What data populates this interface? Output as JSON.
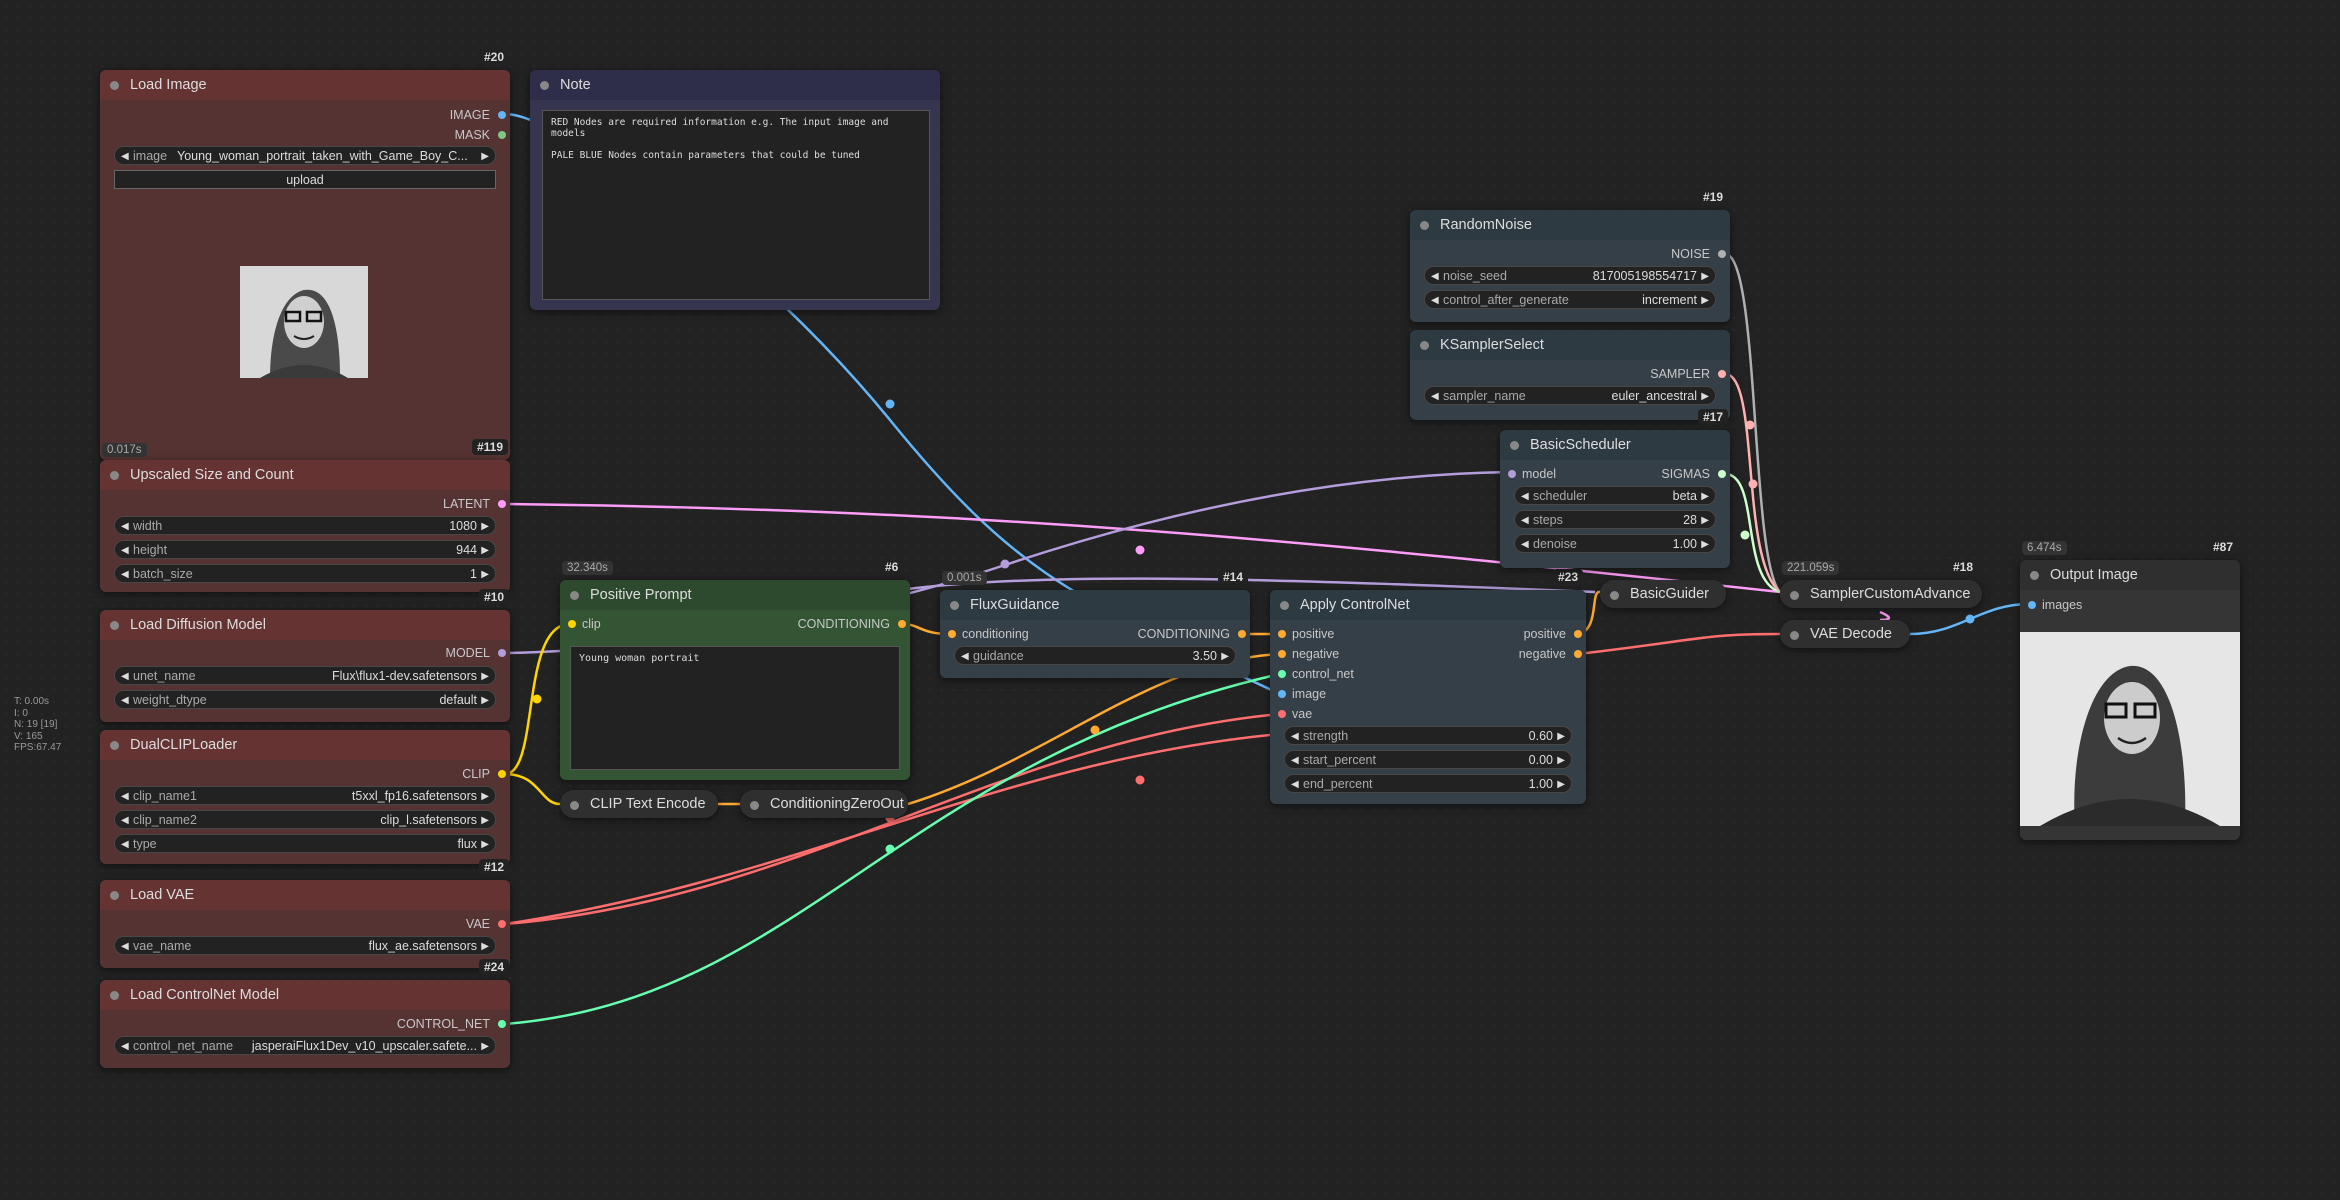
{
  "nodes": {
    "load_image": {
      "title": "Load Image",
      "id": "#20",
      "time": "0.017s",
      "outputs": [
        "IMAGE",
        "MASK"
      ],
      "widgets": [
        {
          "label": "image",
          "value": "Young_woman_portrait_taken_with_Game_Boy_C..."
        }
      ],
      "button": "upload"
    },
    "note": {
      "title": "Note",
      "text": "RED Nodes are required information e.g. The input image and models\n\nPALE BLUE Nodes contain parameters that could be tuned"
    },
    "upscaled": {
      "title": "Upscaled Size and Count",
      "id": "#119",
      "outputs": [
        "LATENT"
      ],
      "widgets": [
        {
          "label": "width",
          "value": "1080"
        },
        {
          "label": "height",
          "value": "944"
        },
        {
          "label": "batch_size",
          "value": "1"
        }
      ]
    },
    "load_diffusion": {
      "title": "Load Diffusion Model",
      "id": "#10",
      "outputs": [
        "MODEL"
      ],
      "widgets": [
        {
          "label": "unet_name",
          "value": "Flux\\flux1-dev.safetensors"
        },
        {
          "label": "weight_dtype",
          "value": "default"
        }
      ]
    },
    "dual_clip": {
      "title": "DualCLIPLoader",
      "outputs": [
        "CLIP"
      ],
      "widgets": [
        {
          "label": "clip_name1",
          "value": "t5xxl_fp16.safetensors"
        },
        {
          "label": "clip_name2",
          "value": "clip_l.safetensors"
        },
        {
          "label": "type",
          "value": "flux"
        }
      ]
    },
    "load_vae": {
      "title": "Load VAE",
      "id": "#12",
      "outputs": [
        "VAE"
      ],
      "widgets": [
        {
          "label": "vae_name",
          "value": "flux_ae.safetensors"
        }
      ]
    },
    "load_controlnet": {
      "title": "Load ControlNet Model",
      "id": "#24",
      "outputs": [
        "CONTROL_NET"
      ],
      "widgets": [
        {
          "label": "control_net_name",
          "value": "jasperaiFlux1Dev_v10_upscaler.safete..."
        }
      ]
    },
    "positive_prompt": {
      "title": "Positive Prompt",
      "id": "#6",
      "time": "32.340s",
      "inputs": [
        "clip"
      ],
      "outputs": [
        "CONDITIONING"
      ],
      "text": "Young woman portrait"
    },
    "clip_text_encode": {
      "title": "CLIP Text Encode"
    },
    "cond_zero": {
      "title": "ConditioningZeroOut"
    },
    "flux_guidance": {
      "title": "FluxGuidance",
      "id": "#14",
      "time": "0.001s",
      "inputs": [
        "conditioning"
      ],
      "outputs": [
        "CONDITIONING"
      ],
      "widgets": [
        {
          "label": "guidance",
          "value": "3.50"
        }
      ]
    },
    "apply_controlnet": {
      "title": "Apply ControlNet",
      "id": "#23",
      "inputs": [
        "positive",
        "negative",
        "control_net",
        "image",
        "vae"
      ],
      "outputs": [
        "positive",
        "negative"
      ],
      "widgets": [
        {
          "label": "strength",
          "value": "0.60"
        },
        {
          "label": "start_percent",
          "value": "0.00"
        },
        {
          "label": "end_percent",
          "value": "1.00"
        }
      ]
    },
    "random_noise": {
      "title": "RandomNoise",
      "id": "#19",
      "outputs": [
        "NOISE"
      ],
      "widgets": [
        {
          "label": "noise_seed",
          "value": "817005198554717"
        },
        {
          "label": "control_after_generate",
          "value": "increment"
        }
      ]
    },
    "ksampler_select": {
      "title": "KSamplerSelect",
      "id": "#17",
      "outputs": [
        "SAMPLER"
      ],
      "widgets": [
        {
          "label": "sampler_name",
          "value": "euler_ancestral"
        }
      ]
    },
    "basic_scheduler": {
      "title": "BasicScheduler",
      "inputs": [
        "model"
      ],
      "outputs": [
        "SIGMAS"
      ],
      "widgets": [
        {
          "label": "scheduler",
          "value": "beta"
        },
        {
          "label": "steps",
          "value": "28"
        },
        {
          "label": "denoise",
          "value": "1.00"
        }
      ]
    },
    "basic_guider": {
      "title": "BasicGuider"
    },
    "sampler_custom": {
      "title": "SamplerCustomAdvance",
      "id": "#18",
      "time": "221.059s"
    },
    "vae_decode": {
      "title": "VAE Decode"
    },
    "output_image": {
      "title": "Output Image",
      "id": "#87",
      "time": "6.474s",
      "inputs": [
        "images"
      ]
    }
  },
  "stats": "T: 0.00s\nI: 0\nN: 19 [19]\nV: 165\nFPS:67.47",
  "colors": {
    "image": "#64b5f6",
    "latent": "#ff9cf9",
    "model": "#b39ddb",
    "clip": "#ffd500",
    "conditioning": "#ffa931",
    "vae": "#ff6e6e",
    "control_net": "#66ffb0",
    "noise": "#b0b0b0",
    "sampler": "#ffb0b0",
    "sigmas": "#cdffcd"
  }
}
